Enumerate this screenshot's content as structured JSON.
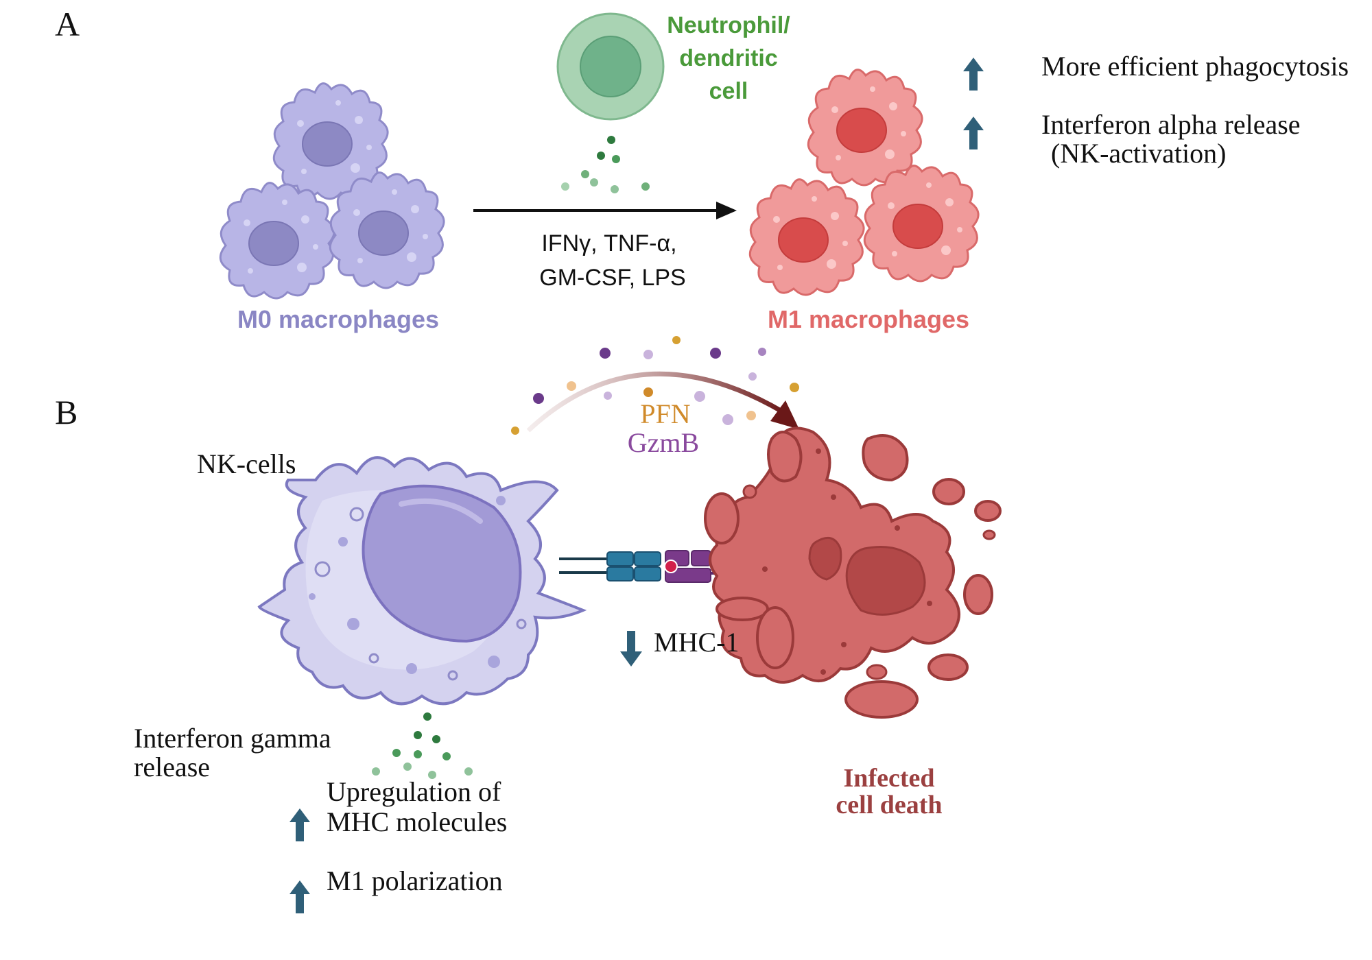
{
  "panel_a": {
    "label": "A",
    "m0_label": "M0 macrophages",
    "m1_label": "M1 macrophages",
    "stimuli_line1": "IFNγ, TNF-α,",
    "stimuli_line2": "GM-CSF, LPS",
    "neutrophil_line1": "Neutrophil/",
    "neutrophil_line2": "dendritic",
    "neutrophil_line3": "cell",
    "effect1": "More efficient phagocytosis",
    "effect2_line1": "Interferon alpha release",
    "effect2_line2": "(NK-activation)"
  },
  "panel_b": {
    "label": "B",
    "nk_label": "NK-cells",
    "pfn": "PFN",
    "gzmb": "GzmB",
    "mhc1": "MHC-1",
    "ifn_line1": "Interferon gamma",
    "ifn_line2": "release",
    "upreg_line1": "Upregulation of",
    "upreg_line2": "MHC molecules",
    "m1pol": "M1 polarization",
    "death_line1": "Infected",
    "death_line2": "cell death"
  },
  "colors": {
    "m0_purple": "#8a86c4",
    "m1_red": "#e06868",
    "neutrophil_green": "#4a9a3a",
    "arrow_teal": "#2f5f78",
    "pfn_orange": "#d08a2a",
    "gzmb_purple": "#8a4a9e",
    "death_red": "#9b4040"
  }
}
